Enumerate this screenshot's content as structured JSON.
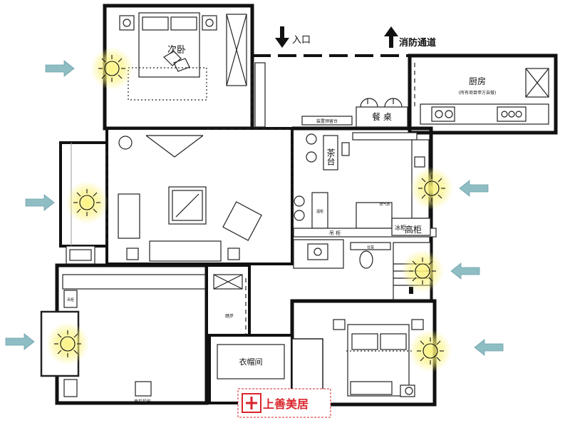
{
  "labels": {
    "entrance": "入口",
    "fire_exit": "消防通道",
    "second_bedroom": "次卧",
    "kitchen": "厨房",
    "kitchen_note": "(所有项目甲方自做)",
    "dining_table": "餐 桌",
    "tea_table": "茶台",
    "cloakroom": "衣帽间",
    "tall_cabinet": "高柜",
    "ice_cabinet": "冰柜",
    "upper_cabinet": "吊 柜",
    "wine_cabinet": "酒柜",
    "sink_counter": "台盆",
    "gas_meter": "燃气表",
    "back_projection": "背投投影",
    "step": "踏步",
    "logo_cn": "上善美居",
    "small_top_label": "装置预留台",
    "hanging_cabinet": "吊柜"
  },
  "colors": {
    "wall": "#111111",
    "arrow": "#8fbdc4",
    "sun_glow": "#fbf27a",
    "logo_red": "#d9252b"
  },
  "icons": [
    "sun-icon",
    "arrow-down-icon",
    "arrow-up-icon",
    "light-arrow-icon"
  ]
}
